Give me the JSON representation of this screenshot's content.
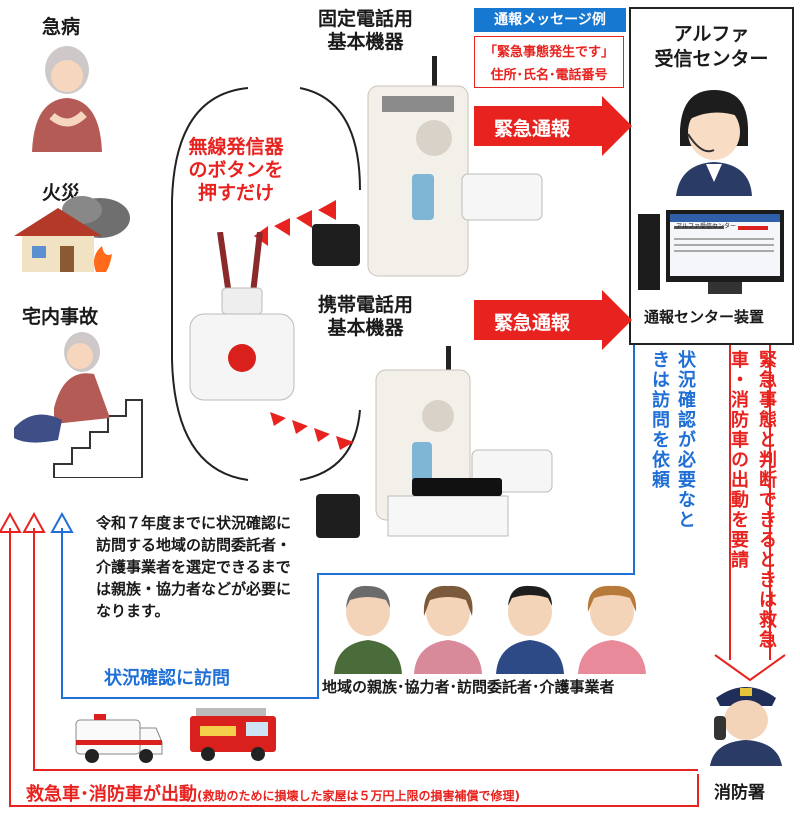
{
  "left_column": {
    "illness": "急病",
    "fire": "火災",
    "home_accident": "宅内事故"
  },
  "wireless": {
    "caption": "無線発信器のボタンを押すだけ"
  },
  "devices": {
    "fixed_title": "固定電話用\n基本機器",
    "mobile_title": "携帯電話用\n基本機器"
  },
  "message_example": {
    "header": "通報メッセージ例",
    "line1": "「緊急事態発生です」",
    "line2": "住所･氏名･電話番号"
  },
  "arrows": {
    "emergency_call_1": "緊急通報",
    "emergency_call_2": "緊急通報"
  },
  "center": {
    "title": "アルファ\n受信センター",
    "device_label": "通報センター装置",
    "screen_title": "アルファ受信センター"
  },
  "vertical_notes": {
    "blue": "状況確認が必要なときは訪問を依頼",
    "red": "緊急事態と判断できるときは救急車・消防車の出動を要請"
  },
  "notice": {
    "text": "令和７年度までに状況確認に訪問する地域の訪問委託者・介護事業者を選定できるまでは親族・協力者などが必要になります。"
  },
  "visit": {
    "label": "状況確認に訪問",
    "people_caption": "地域の親族･協力者･訪問委託者･介護事業者"
  },
  "dispatch": {
    "main": "救急車･消防車が出動",
    "sub": "(救助のために損壊した家屋は５万円上限の損害補償で修理)",
    "fire_station": "消防署"
  },
  "colors": {
    "red": "#e8231f",
    "blue": "#1f6fd6",
    "msg_blue": "#1778d2"
  }
}
